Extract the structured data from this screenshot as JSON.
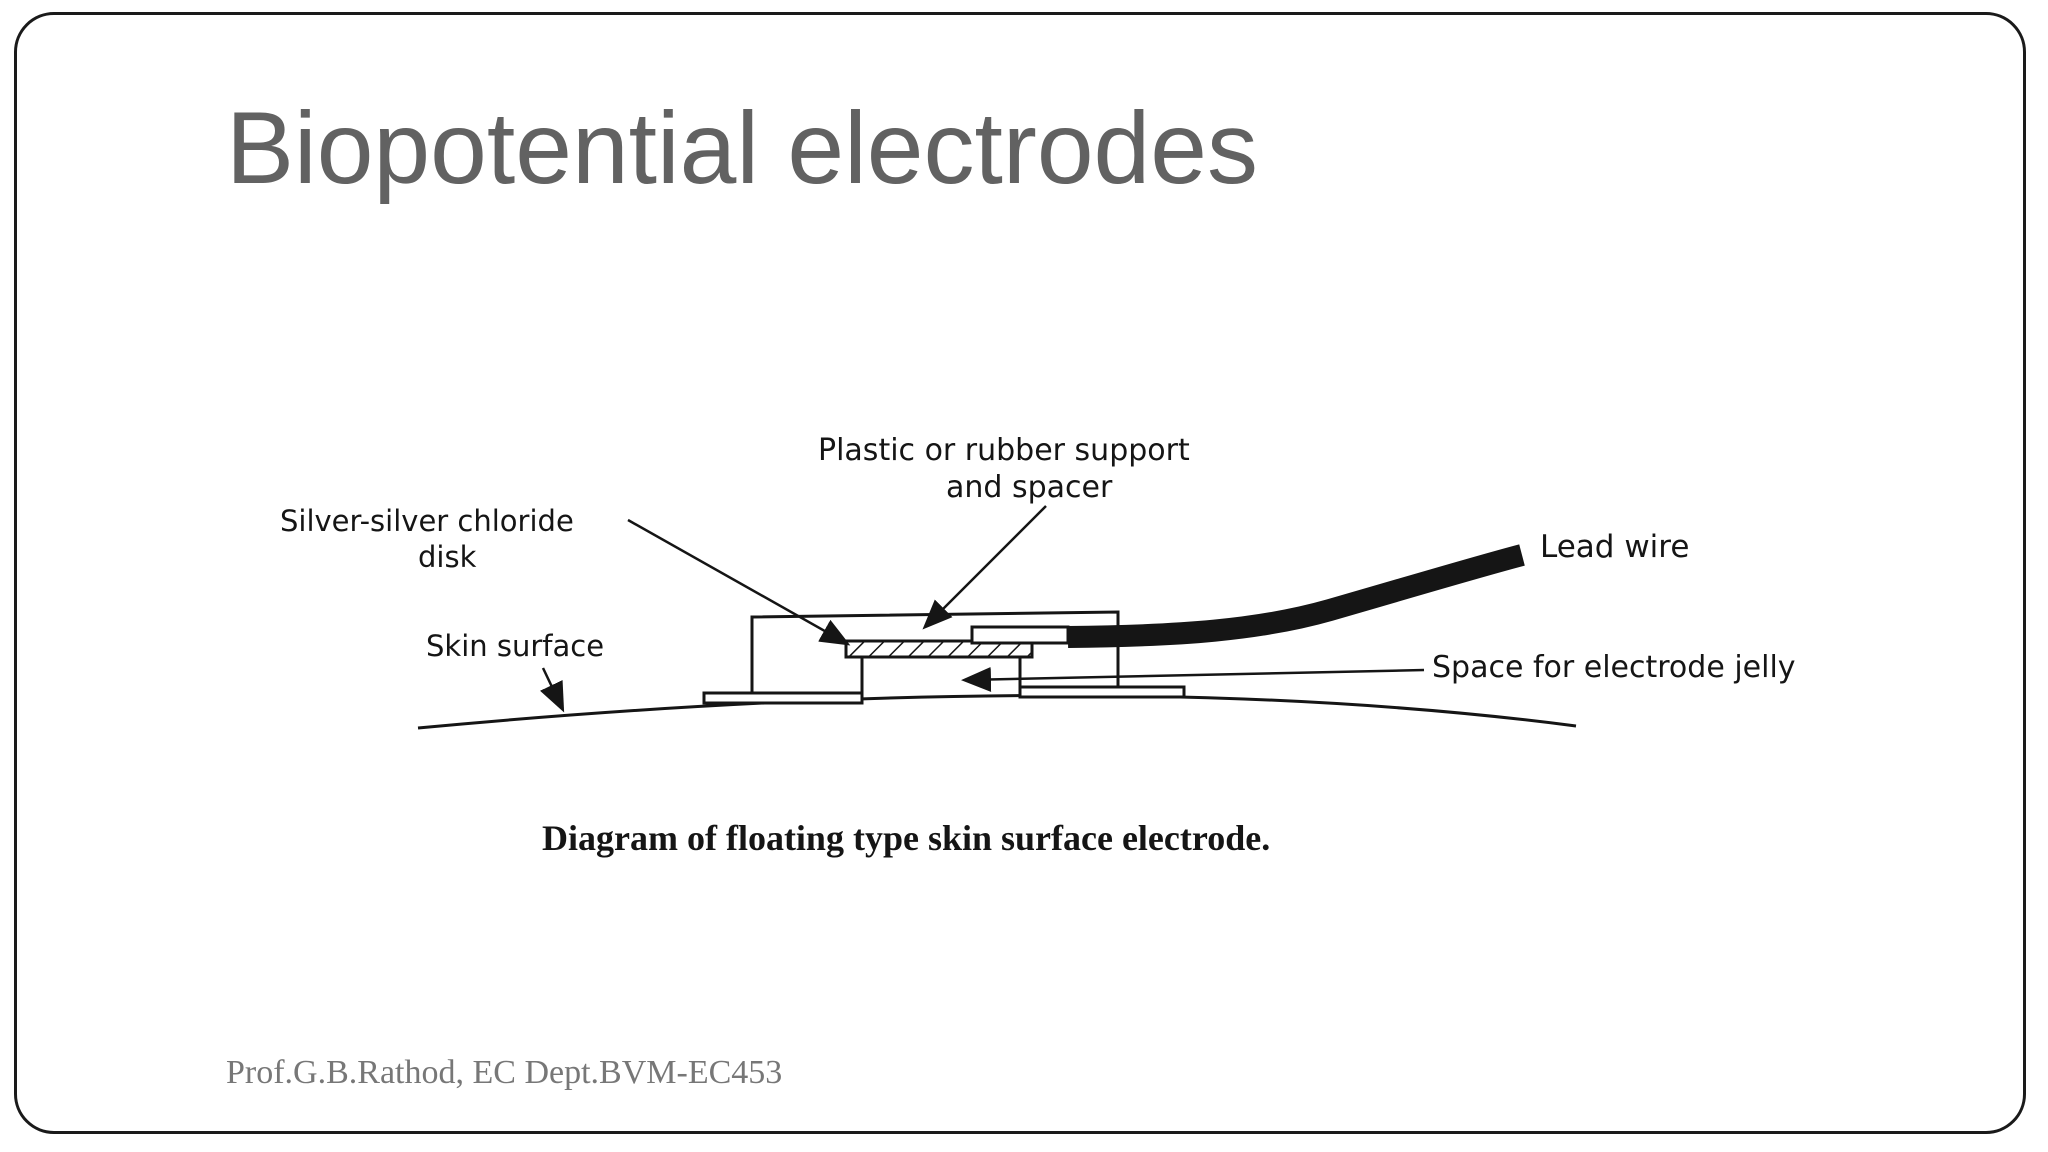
{
  "slide": {
    "title": "Biopotential electrodes",
    "footer": "Prof.G.B.Rathod, EC Dept.BVM-EC453"
  },
  "diagram": {
    "label_support_line1": "Plastic or rubber support",
    "label_support_line2": "and spacer",
    "label_disk_line1": "Silver-silver chloride",
    "label_disk_line2": "disk",
    "label_lead_wire": "Lead wire",
    "label_skin": "Skin surface",
    "label_jelly": "Space for electrode jelly",
    "caption": "Diagram of floating type skin surface electrode."
  }
}
